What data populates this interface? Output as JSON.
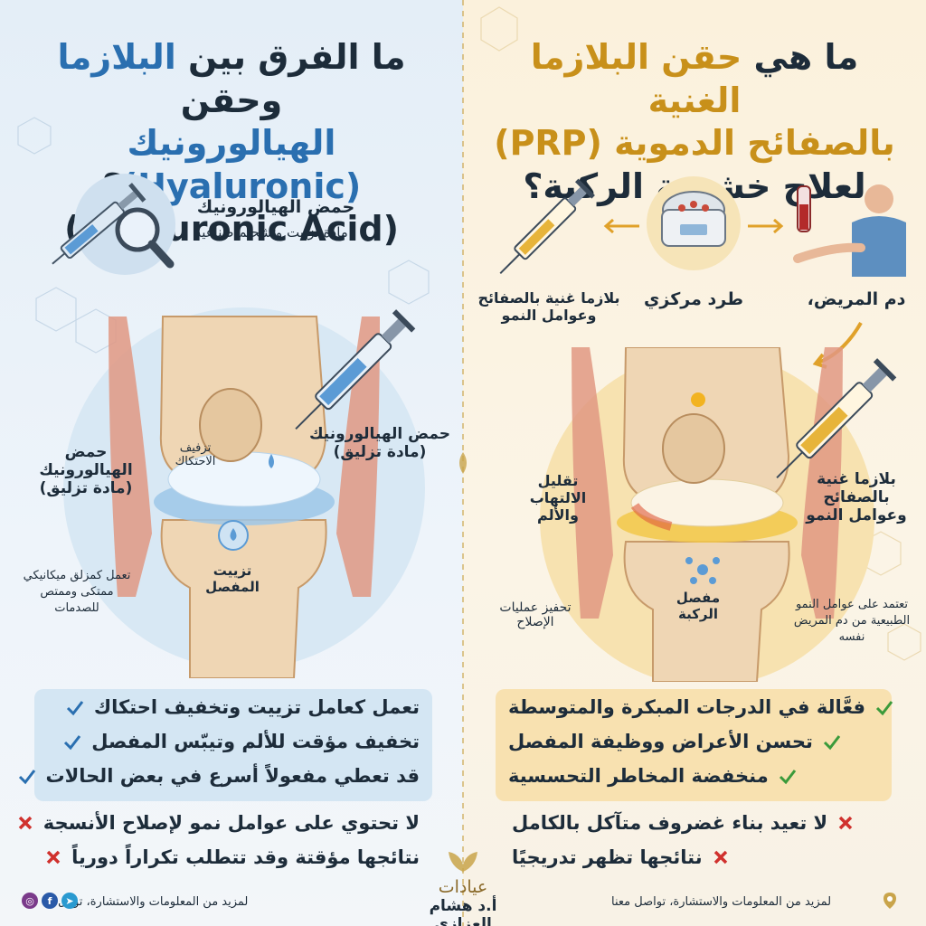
{
  "left": {
    "title_part1": "ما الفرق بين ",
    "title_highlight1": "البلازما",
    "title_part2": " وحقن",
    "title_highlight2": "الهيالورونيك (Hyaluronic)",
    "title_part3": "؟",
    "title_line3": "(Hyaluronic Acid)",
    "intro_heading": "حمض الهيالورونيك",
    "intro_sub": "مادة تزييت وتشحيم صناعية",
    "label_left_title": "حمض الهيالورونيك",
    "label_left_sub": "(مادة تزليق)",
    "label_friction": "تزفيف الاحتكاك",
    "label_right_title": "حمض الهيالورونيك",
    "label_right_sub": "(مادة تزليق)",
    "label_lubrication": "تزييت المفصل",
    "label_shock": "تعمل كمزلق ميكانيكي ممتكى وممتص للصدمات",
    "benefits": [
      "تعمل كعامل تزييت وتخفيف احتكاك",
      "تخفيف مؤقت للألم وتيبّس المفصل",
      "قد تعطي مفعولاً أسرع في بعض الحالات"
    ],
    "drawbacks": [
      "لا تحتوي على عوامل نمو لإصلاح الأنسجة",
      "نتائجها مؤقتة وقد تتطلب تكراراً دورياً"
    ],
    "footer": "لمزيد من المعلومات والاستشارة، تواتل"
  },
  "right": {
    "title_part1": "ما هي ",
    "title_highlight1": "حقن البلازما الغنية",
    "title_highlight2": "بالصفائح الدموية (PRP)",
    "title_line3": "لعلاج خشونة الركبة؟",
    "step1": "دم المريض،",
    "step2": "طرد مركزي",
    "step3": "بلازما غنية بالصفائح وعوامل النمو",
    "label_inflammation": "تقليل الالتهاب والألم",
    "label_plasma": "بلازما غنية بالصفائح وعوامل النمو",
    "label_repair": "تحفيز عمليات الإصلاح",
    "label_joint": "مفصل الركبة",
    "label_growth": "تعتمد على عوامل النمو الطبيعية من دم المريض نفسه",
    "benefits": [
      "فعَّالة في الدرجات المبكرة والمتوسطة",
      "تحسن الأعراض ووظيفة المفصل",
      "منخفضة المخاطر التحسسية"
    ],
    "drawbacks": [
      "لا تعيد بناء غضروف متآكل بالكامل",
      "نتائجها تظهر تدريجيًا"
    ],
    "footer": "لمزيد من المعلومات والاستشارة، تواصل معنا"
  },
  "brand": {
    "clinic": "عيادات",
    "doctor": "أ.د هشام العزازي"
  },
  "colors": {
    "accent_blue": "#2a6fb0",
    "accent_gold": "#c8901a",
    "check_blue": "#2a6fb0",
    "check_green": "#3a9a3a",
    "cross_red": "#d0312d"
  }
}
